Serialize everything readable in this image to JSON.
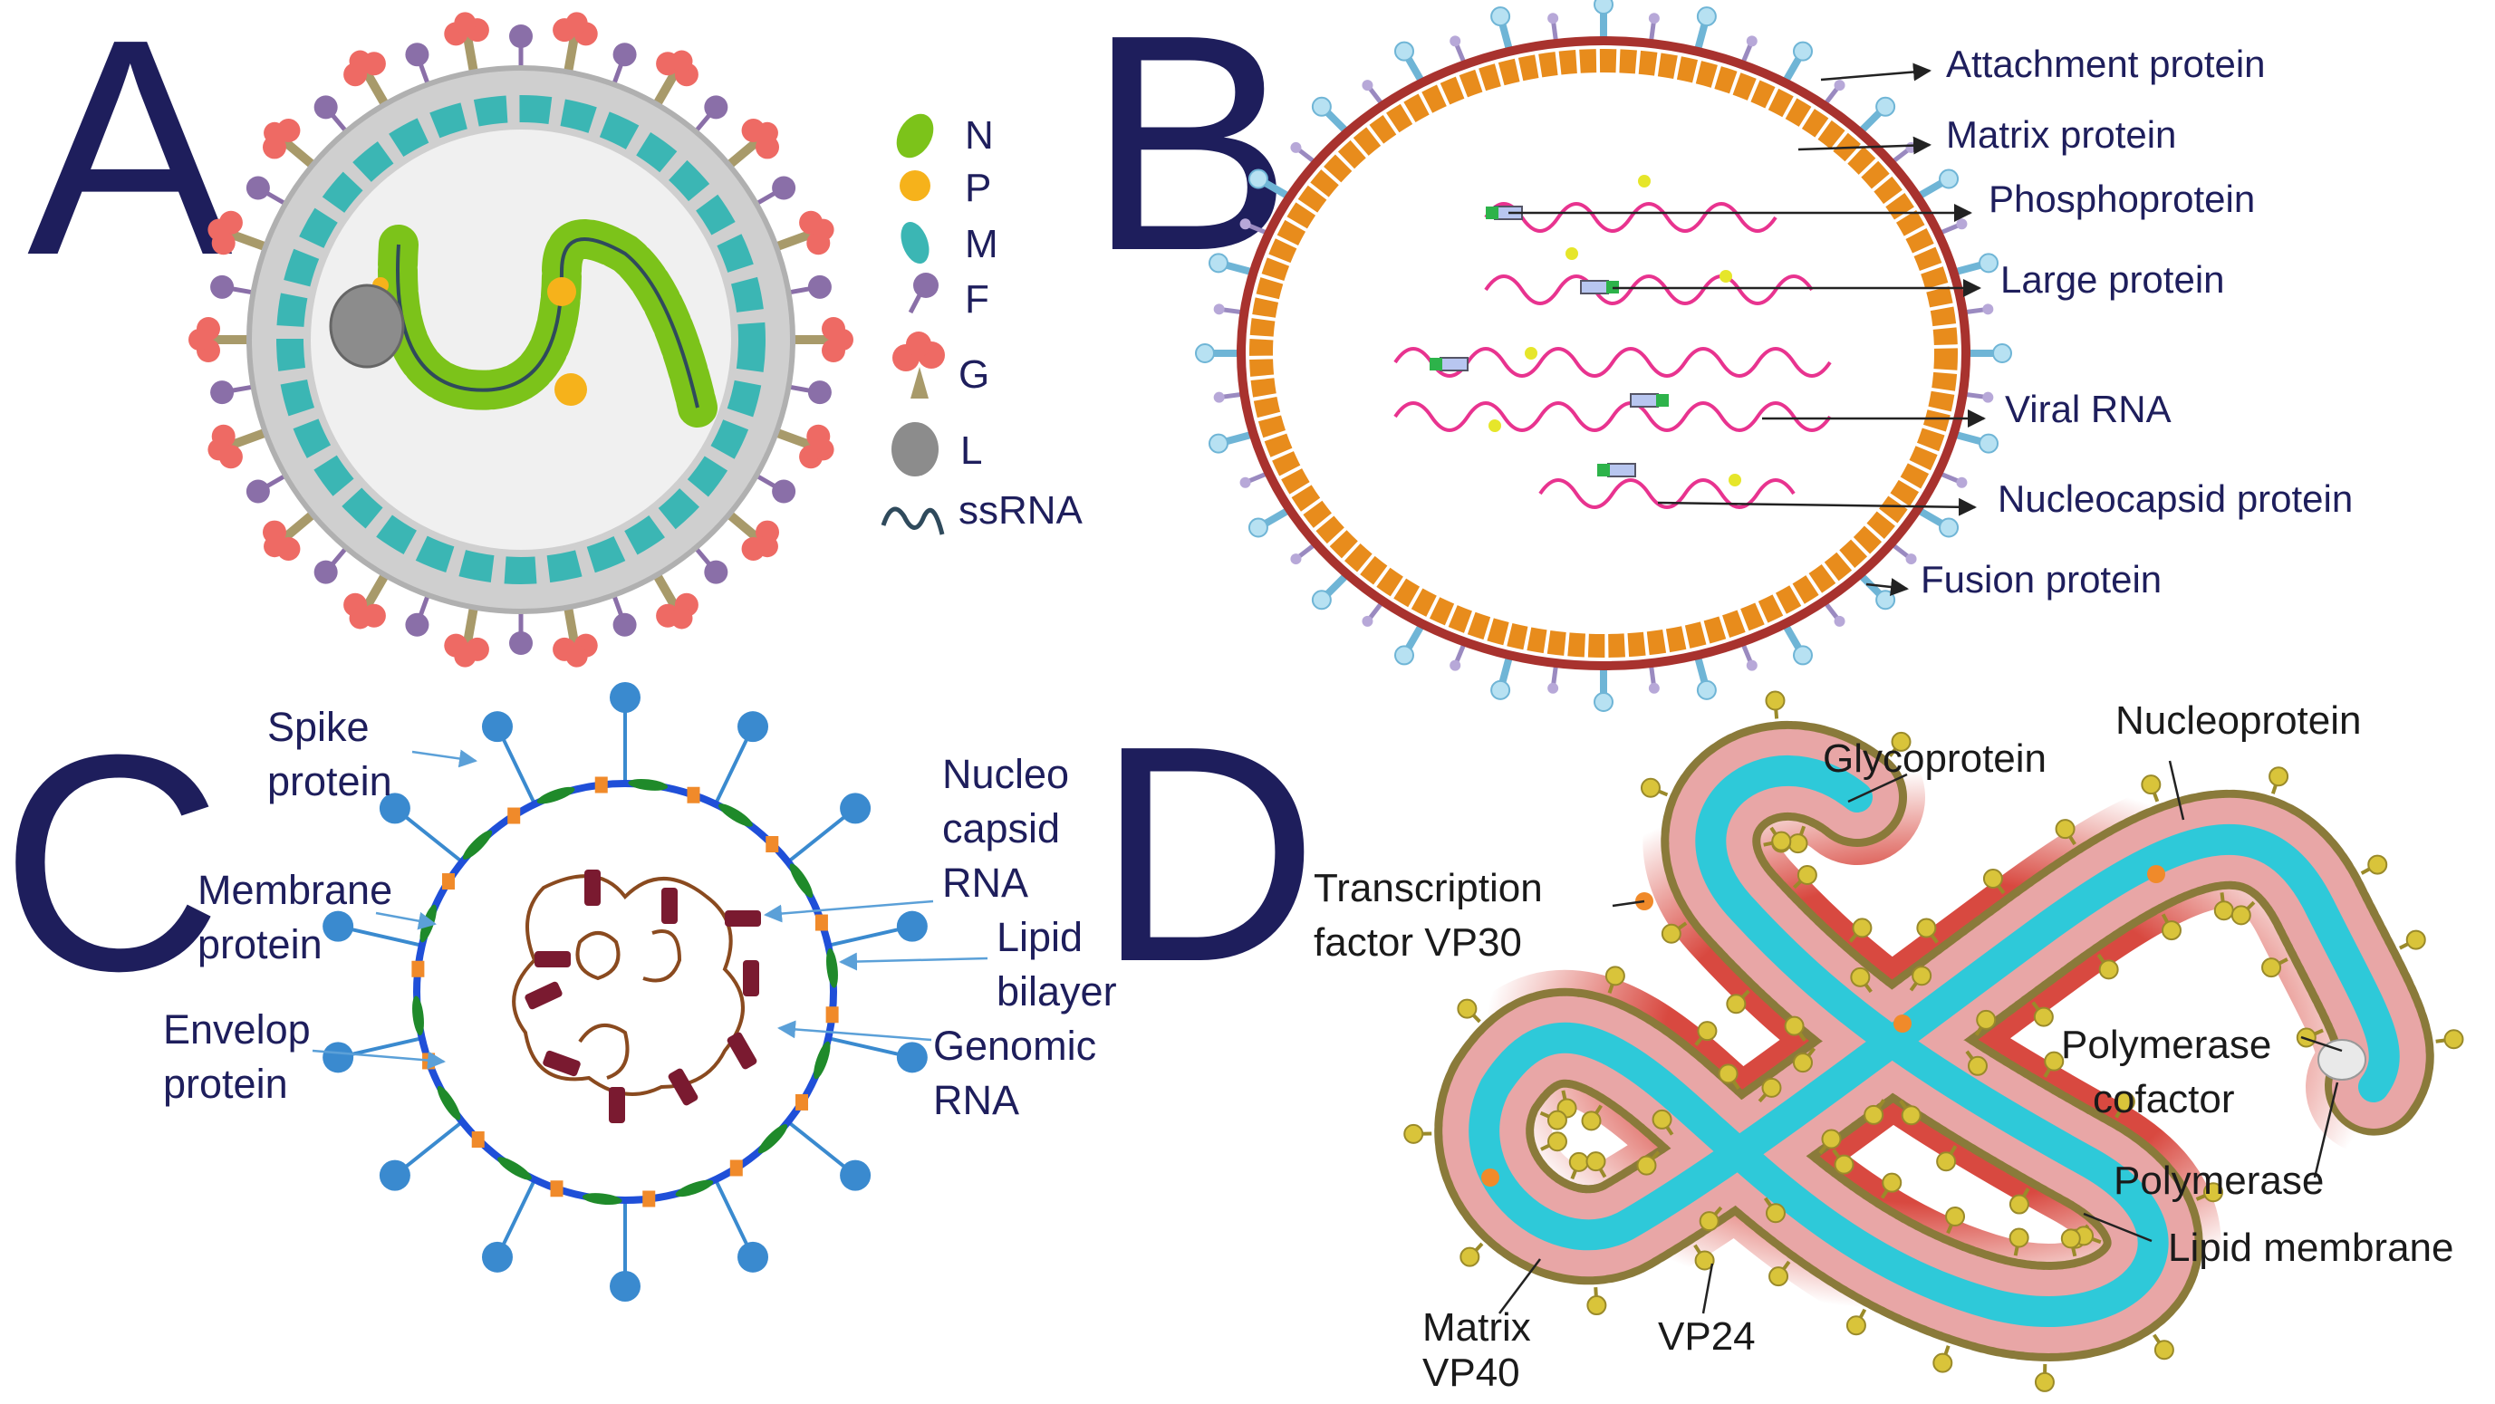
{
  "panels": {
    "a": {
      "letter": "A",
      "legend": [
        {
          "key": "N",
          "label": "N"
        },
        {
          "key": "P",
          "label": "P"
        },
        {
          "key": "M",
          "label": "M"
        },
        {
          "key": "F",
          "label": "F"
        },
        {
          "key": "G",
          "label": "G"
        },
        {
          "key": "L",
          "label": "L"
        },
        {
          "key": "ssRNA",
          "label": "ssRNA"
        }
      ]
    },
    "b": {
      "letter": "B",
      "labels": [
        "Attachment protein",
        "Matrix protein",
        "Phosphoprotein",
        "Large protein",
        "Viral RNA",
        "Nucleocapsid protein",
        "Fusion protein"
      ]
    },
    "c": {
      "letter": "C",
      "labels": [
        [
          "Spike",
          "protein"
        ],
        [
          "Membrane",
          "protein"
        ],
        [
          "Envelop",
          "protein"
        ],
        [
          "Nucleo",
          "capsid",
          "RNA"
        ],
        [
          "Lipid",
          "bilayer"
        ],
        [
          "Genomic",
          "RNA"
        ]
      ]
    },
    "d": {
      "letter": "D",
      "labels": [
        [
          "Glycoprotein"
        ],
        [
          "Nucleoprotein"
        ],
        [
          "Transcription",
          "factor VP30"
        ],
        [
          "Polymerase",
          "cofactor"
        ],
        [
          "Polymerase"
        ],
        [
          "Lipid membrane"
        ],
        [
          "VP24"
        ],
        [
          "Matrix",
          "VP40"
        ]
      ]
    }
  },
  "colors": {
    "letter": "#1e1e5c",
    "n_protein": "#7cc31a",
    "p_protein": "#f6b21b",
    "m_protein": "#3bb6b4",
    "f_protein": "#8a6fa8",
    "g_protein": "#ee6a64",
    "l_protein": "#8c8c8c",
    "b_membrane": "#a8322e",
    "b_matrix": "#e88c1c",
    "b_rna": "#e8338f",
    "c_envelope": "#1f4fd8",
    "c_rna": "#8a4a1f",
    "d_capsid": "#2ec9d9",
    "d_halo": "#d4352b"
  }
}
